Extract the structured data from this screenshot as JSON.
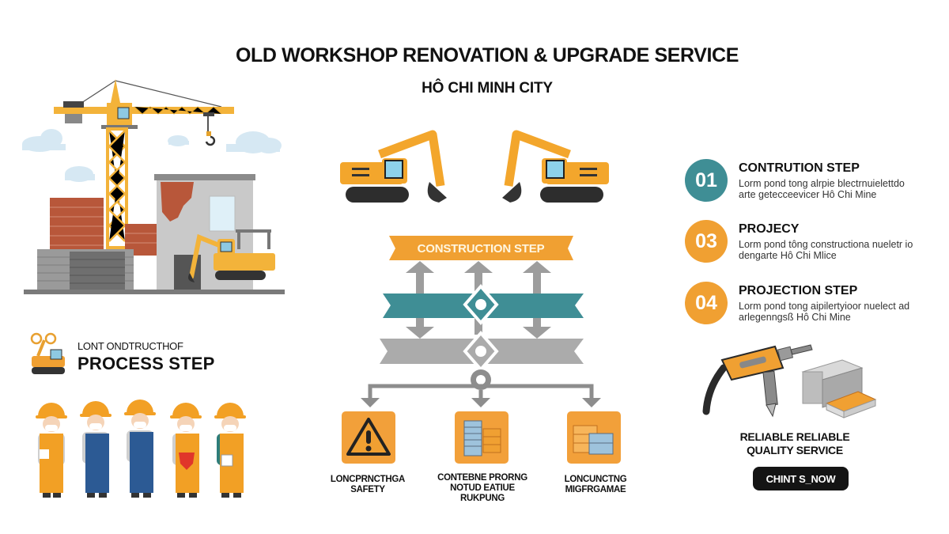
{
  "header": {
    "title": "OLD WORKSHOP RENOVATION & UPGRADE SERVICE",
    "subtitle": "HÔ CHI MINH CITY"
  },
  "colors": {
    "teal": "#3f8e95",
    "orange": "#f0a032",
    "gray": "#a9a9a9",
    "dark": "#141414",
    "brick": "#b8573a",
    "crane": "#f3b33a"
  },
  "left_panel": {
    "illustration": "construction-site-with-crane-and-excavator",
    "process_small": "LONT ONDTRUCTHOF",
    "process_big": "PROCESS STEP",
    "workers_count": 5
  },
  "center_diagram": {
    "top_illustration": "two-excavators-facing",
    "banner": "CONSTRUCTION STEP",
    "items": [
      {
        "icon": "warning-icon",
        "caption": [
          "LONCPRNCTHGA",
          "SAFETY"
        ]
      },
      {
        "icon": "materials-stack-icon",
        "caption": [
          "CONTEBNE PRORNG",
          "NOTUD EATIUE",
          "RUKPUNG"
        ]
      },
      {
        "icon": "crates-icon",
        "caption": [
          "LONCUNCTNG",
          "MIGFRGAMAE"
        ]
      }
    ]
  },
  "steps": [
    {
      "num": "01",
      "color": "#3f8e95",
      "title": "CONTRUTION STEP",
      "line1": "Lorm pond tong alrpie blectrnuielettdo",
      "line2": "arte getecceevicer Hô Chi Mine"
    },
    {
      "num": "03",
      "color": "#f0a032",
      "title": "PROJECY",
      "line1": "Lorm pond tông constructiona nueletr io",
      "line2": "dengarte Hô Chi Mlice"
    },
    {
      "num": "04",
      "color": "#f0a032",
      "title": "PROJECTION STEP",
      "line1": "Lorm pond tong aipilertyioor nuelect ad",
      "line2": "arlegenngsß Hô Chi Mine"
    }
  ],
  "right_bottom": {
    "illustration": "drill-and-bricks",
    "tagline": [
      "RELIABLE RELIABLE",
      "QUALITY SERVICE"
    ],
    "cta_label": "CHINT S_NOW"
  }
}
